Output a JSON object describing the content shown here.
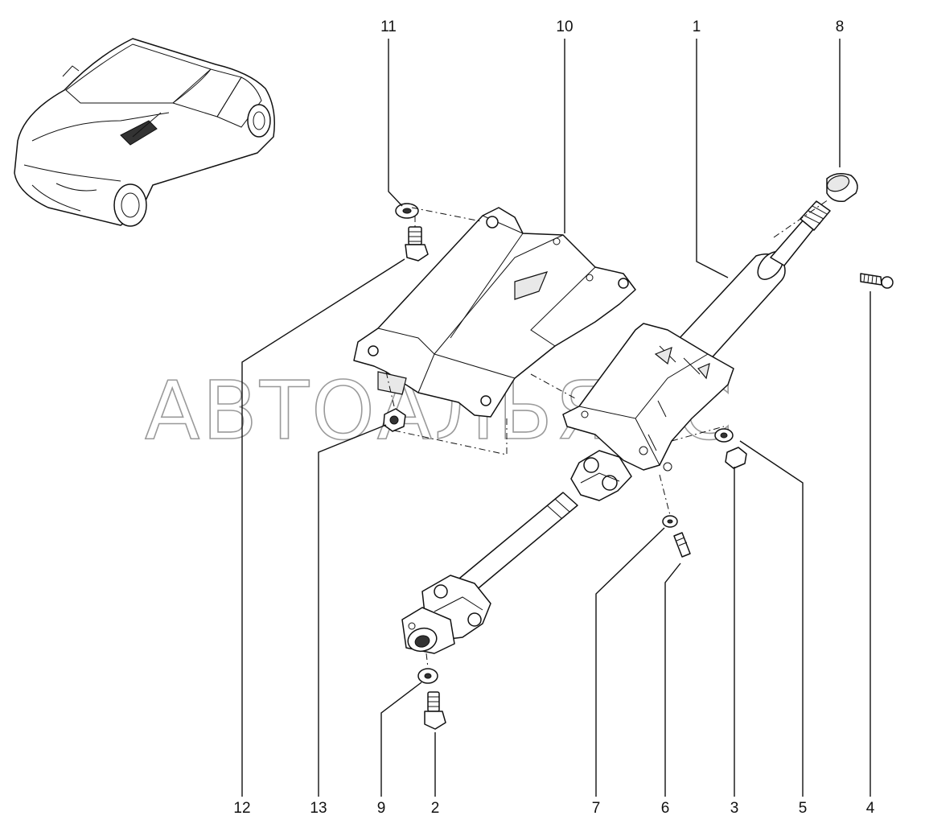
{
  "watermark": "АВТОАЛЬЯНС",
  "callouts": {
    "c1": "1",
    "c2": "2",
    "c3": "3",
    "c4": "4",
    "c5": "5",
    "c6": "6",
    "c7": "7",
    "c8": "8",
    "c9": "9",
    "c10": "10",
    "c11": "11",
    "c12": "12",
    "c13": "13"
  }
}
